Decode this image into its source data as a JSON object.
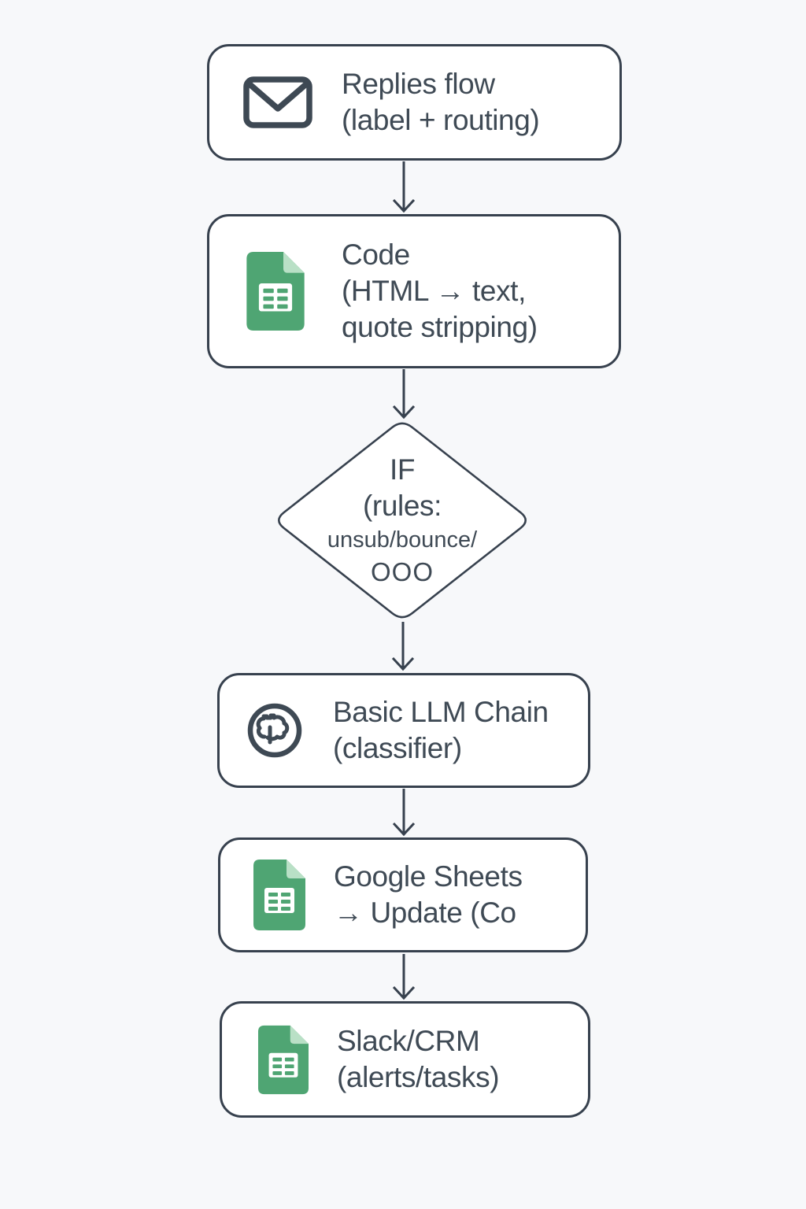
{
  "canvas": {
    "background": "#f7f8fa",
    "node_fill": "#ffffff",
    "stroke_color": "#37414e",
    "text_color": "#3f4a55",
    "accent_green": "#4fa573",
    "accent_green_light": "#b9e0c6"
  },
  "nodes": [
    {
      "id": "replies-flow",
      "shape": "rounded-box",
      "icon": "envelope-icon",
      "lines": [
        "Replies flow",
        "(label + routing)"
      ]
    },
    {
      "id": "code",
      "shape": "rounded-box",
      "icon": "google-sheets-icon",
      "lines": [
        "Code",
        "(HTML → text,",
        "quote stripping)"
      ]
    },
    {
      "id": "if-rules",
      "shape": "diamond",
      "icon": "",
      "lines": [
        "IF",
        "(rules:",
        "unsub/bounce/",
        "OOO"
      ]
    },
    {
      "id": "basic-llm-chain",
      "shape": "rounded-box",
      "icon": "brain-icon",
      "lines": [
        "Basic LLM Chain",
        "(classifier)"
      ]
    },
    {
      "id": "google-sheets-update",
      "shape": "rounded-box",
      "icon": "google-sheets-icon",
      "lines": [
        "Google Sheets",
        "→ Update (Co"
      ]
    },
    {
      "id": "slack-crm",
      "shape": "rounded-box",
      "icon": "google-sheets-icon",
      "lines": [
        "Slack/CRM",
        "(alerts/tasks)"
      ]
    }
  ],
  "connectors": [
    {
      "from": "replies-flow",
      "to": "code"
    },
    {
      "from": "code",
      "to": "if-rules"
    },
    {
      "from": "if-rules",
      "to": "basic-llm-chain"
    },
    {
      "from": "basic-llm-chain",
      "to": "google-sheets-update"
    },
    {
      "from": "google-sheets-update",
      "to": "slack-crm"
    }
  ]
}
